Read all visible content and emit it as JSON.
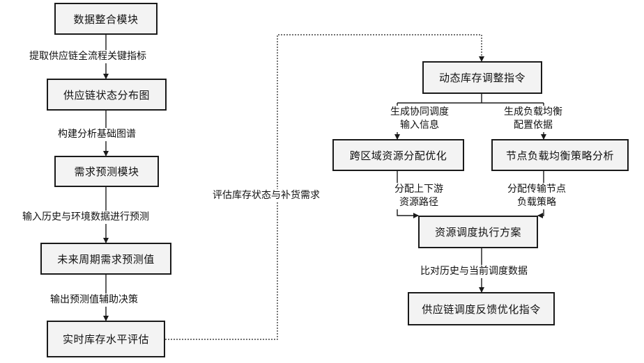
{
  "left_column": {
    "boxes": [
      "数据整合模块",
      "供应链状态分布图",
      "需求预测模块",
      "未来周期需求预测值",
      "实时库存水平评估"
    ],
    "edge_labels": [
      "提取供应链全流程关键指标",
      "构建分析基础图谱",
      "输入历史与环境数据进行预测",
      "输出预测值辅助决策"
    ]
  },
  "connector_label": "评估库存状态与补货需求",
  "right_column": {
    "top_box": "动态库存调整指令",
    "left_branch_label": [
      "生成协同调度",
      "输入信息"
    ],
    "right_branch_label": [
      "生成负载均衡",
      "配置依据"
    ],
    "left_mid_box": "跨区域资源分配优化",
    "right_mid_box": "节点负载均衡策略分析",
    "left_lower_label": [
      "分配上下游",
      "资源路径"
    ],
    "right_lower_label": [
      "分配传输节点",
      "负载策略"
    ],
    "merge_box": "资源调度执行方案",
    "final_label": "比对历史与当前调度数据",
    "final_box": "供应链调度反馈优化指令"
  },
  "colors": {
    "box_border": "#1a1a1a",
    "box_fill": "#f3f3f3",
    "line": "#1a1a1a"
  }
}
